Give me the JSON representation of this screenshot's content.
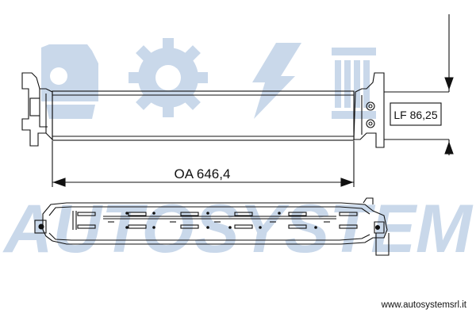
{
  "watermark": {
    "brand": "AUTOSYSTEM",
    "color": "#c9d8ea",
    "icon_names": [
      "car-icon",
      "gear-icon",
      "lightning-icon",
      "radiator-icon"
    ]
  },
  "dimensions": {
    "overall_length": "OA 646,4",
    "core_height": "LF 86,25"
  },
  "footer": {
    "website": "www.autosystemsrl.it"
  },
  "colors": {
    "line": "#111111",
    "background": "#ffffff"
  }
}
